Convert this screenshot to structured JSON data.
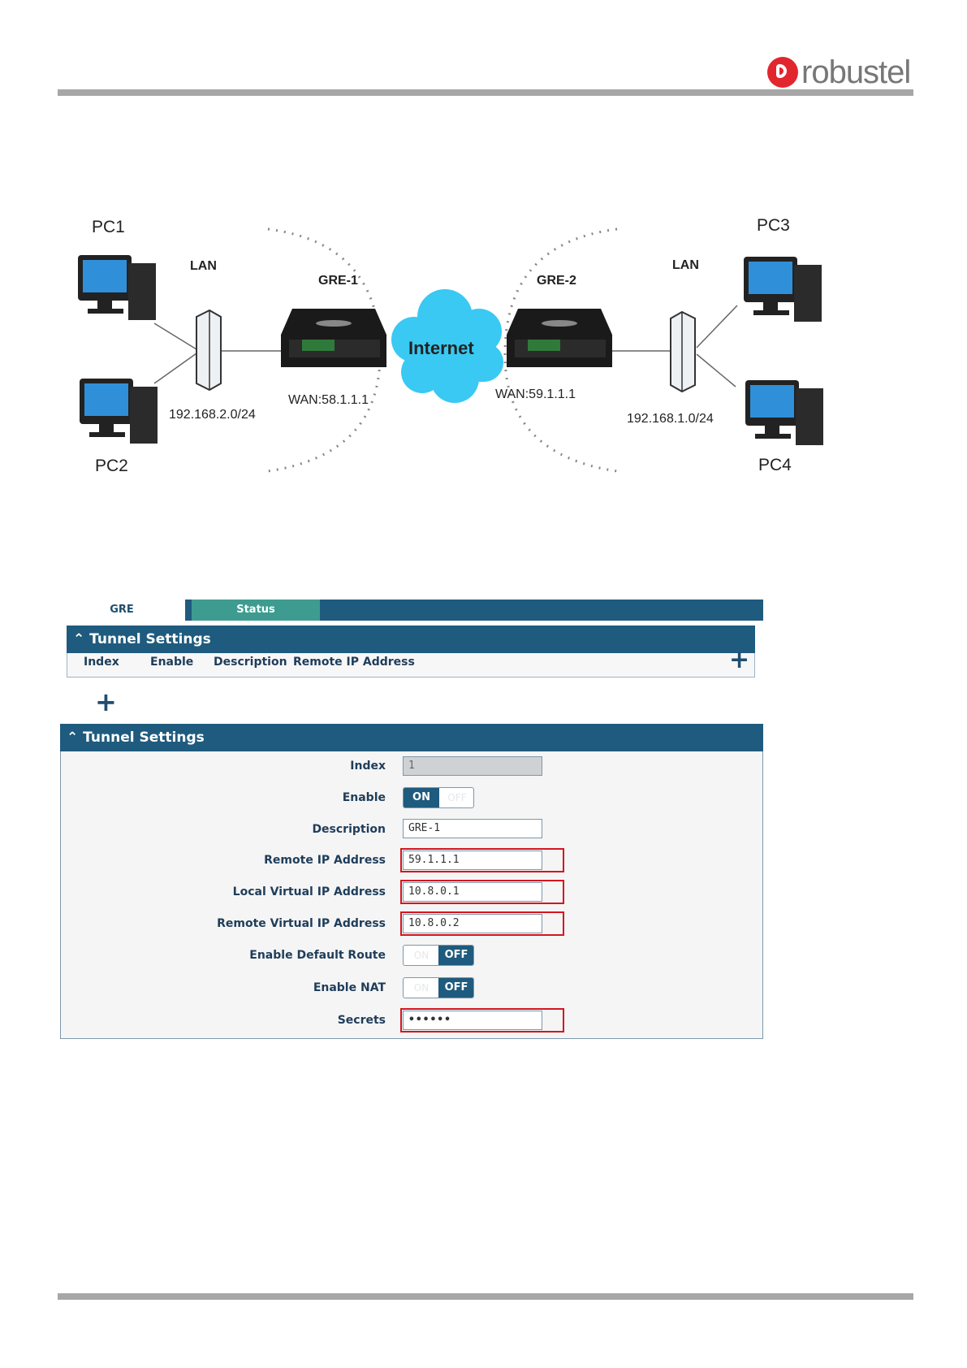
{
  "header": {
    "logo_text": "robustel"
  },
  "diagram": {
    "pc1": "PC1",
    "pc2": "PC2",
    "pc3": "PC3",
    "pc4": "PC4",
    "lan_left": "LAN",
    "lan_right": "LAN",
    "gre1": "GRE-1",
    "gre2": "GRE-2",
    "internet": "Internet",
    "wan1": "WAN:58.1.1.1",
    "wan2": "WAN:59.1.1.1",
    "subnet_left": "192.168.2.0/24",
    "subnet_right": "192.168.1.0/24"
  },
  "panel": {
    "tabs": [
      {
        "label": "GRE"
      },
      {
        "label": "Status"
      }
    ],
    "list_box": {
      "title": "Tunnel Settings",
      "columns": [
        "Index",
        "Enable",
        "Description",
        "Remote IP Address"
      ],
      "add_symbol": "+"
    },
    "add_symbol": "+",
    "form": {
      "title": "Tunnel Settings",
      "fields": [
        {
          "label": "Index",
          "value": "1"
        },
        {
          "label": "Enable",
          "value": "ON",
          "ghost": "OFF"
        },
        {
          "label": "Description",
          "value": "GRE-1"
        },
        {
          "label": "Remote IP Address",
          "value": "59.1.1.1"
        },
        {
          "label": "Local Virtual IP Address",
          "value": "10.8.0.1"
        },
        {
          "label": "Remote Virtual IP Address",
          "value": "10.8.0.2"
        },
        {
          "label": "Enable Default Route",
          "value": "OFF",
          "ghost": "ON"
        },
        {
          "label": "Enable NAT",
          "value": "OFF",
          "ghost": "ON"
        },
        {
          "label": "Secrets",
          "value": "••••••"
        }
      ]
    }
  }
}
